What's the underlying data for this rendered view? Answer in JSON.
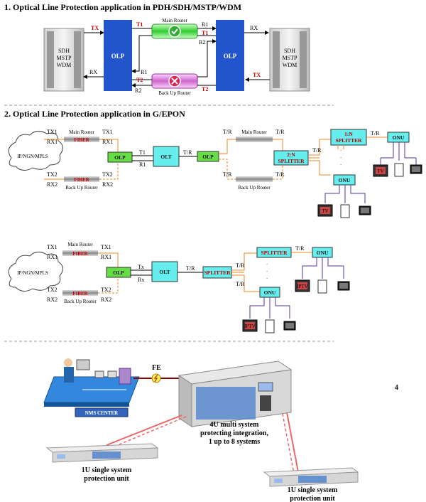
{
  "section1": {
    "title": "1. Optical Line Protection application in PDH/SDH/MSTP/WDM",
    "left_equipment": [
      "SDH",
      "MSTP",
      "WDM"
    ],
    "right_equipment": [
      "SDH",
      "MSTP",
      "WDM"
    ],
    "olp": "OLP",
    "main_router": "Main Router",
    "backup_router": "Back Up Router",
    "tx": "TX",
    "rx": "RX",
    "t1": "T1",
    "t2": "T2",
    "r1": "R1",
    "r2": "R2"
  },
  "section2": {
    "title": "2. Optical Line Protection application in G/EPON",
    "cloud": "IP/NGN/MPLS",
    "tx1": "TX1",
    "rx1": "RX1",
    "tx2": "TX2",
    "rx2": "RX2",
    "fiber": "FIBER",
    "main_router": "Main Router",
    "backup_router": "Back Up Router",
    "olp": "OLP",
    "olt": "OLT",
    "t1": "T1",
    "r1": "R1",
    "tr": "T/R",
    "splitter_2n": [
      "2:N",
      "SPLITTER"
    ],
    "splitter_1n": [
      "1:N",
      "SPLITTER"
    ],
    "onu": "ONU",
    "tv": "TV"
  },
  "section3": {
    "cloud": "IP/NGN/MPLS",
    "tx1": "TX1",
    "rx1": "RX1",
    "tx2": "TX2",
    "rx2": "RX2",
    "fiber": "FIBER",
    "main_router": "Main Router",
    "backup_router": "Back Up Router",
    "olp": "OLP",
    "olt": "OLT",
    "tx": "Tx",
    "rx": "Rx",
    "tr": "T/R",
    "splitter": "SPLITTER",
    "onu": "ONU",
    "iptv": "IPTV"
  },
  "section4": {
    "fe": "FE",
    "nms": "NMS CENTER",
    "big_unit": [
      "4U multi system",
      "protecting integration,",
      "1 up to 8 systems"
    ],
    "unit_left": [
      "1U single system",
      "protection unit"
    ],
    "unit_right": [
      "1U single system",
      "protection unit"
    ],
    "page_number": "4"
  },
  "colors": {
    "olp_blue": "#2255cc",
    "olp_green": "#66dd44",
    "cyan_box": "#66eeee",
    "fiber_gray": "#999999",
    "orange": "#ee8822",
    "purple": "#5533aa"
  }
}
